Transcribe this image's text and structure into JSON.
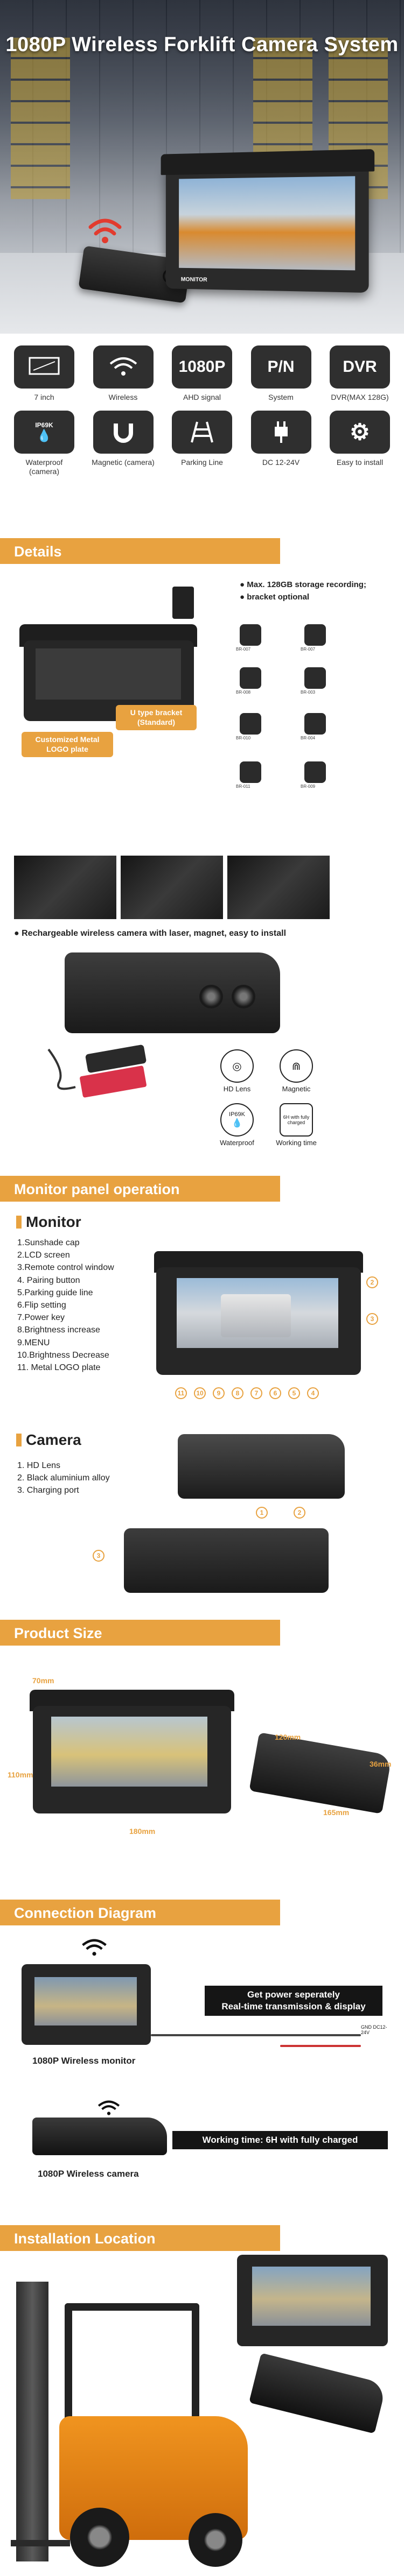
{
  "hero": {
    "title": "1080P Wireless Forklift Camera System",
    "monitor_brand": "MONITOR"
  },
  "features": {
    "row1": [
      {
        "icon": "monitor-size-icon",
        "glyph": "▭",
        "label": "7 inch"
      },
      {
        "icon": "wireless-icon",
        "glyph": "📶",
        "label": "Wireless"
      },
      {
        "icon": "ahd-1080p-icon",
        "glyph": "1080P",
        "label": "AHD signal"
      },
      {
        "icon": "pn-system-icon",
        "glyph": "P/N",
        "label": "System"
      },
      {
        "icon": "dvr-icon",
        "glyph": "DVR",
        "label": "DVR(MAX 128G)"
      }
    ],
    "row2": [
      {
        "icon": "waterproof-icon",
        "glyph": "IP69K",
        "label": "Waterproof (camera)"
      },
      {
        "icon": "magnet-icon",
        "glyph": "⋒",
        "label": "Magnetic (camera)"
      },
      {
        "icon": "parking-line-icon",
        "glyph": "⩘",
        "label": "Parking Line"
      },
      {
        "icon": "power-plug-icon",
        "glyph": "⚡",
        "label": "DC 12-24V"
      },
      {
        "icon": "install-gear-icon",
        "glyph": "⚙",
        "label": "Easy to install"
      }
    ]
  },
  "sections": {
    "details": "Details",
    "monitor_panel": "Monitor panel operation",
    "product_size": "Product Size",
    "connection": "Connection Diagram",
    "installation": "Installation Location"
  },
  "details": {
    "notes": [
      "● Max. 128GB storage recording;",
      "● bracket optional"
    ],
    "tag_logo": "Customized Metal LOGO plate",
    "tag_bracket": "U type bracket (Standard)",
    "bracket_codes": [
      "BR-007",
      "BR-007",
      "BR-008",
      "BR-003",
      "BR-010",
      "BR-004",
      "BR-011",
      "BR-009"
    ],
    "camera_note": "● Rechargeable wireless camera with laser, magnet, easy to install",
    "badges": [
      "HD Lens",
      "Magnetic",
      "Waterproof",
      "Working time"
    ],
    "badge_ip": "IP69K",
    "badge_charge": "6H with fully charged"
  },
  "monitor_panel": {
    "monitor_heading": "Monitor",
    "monitor_items": [
      "1.Sunshade cap",
      "2.LCD screen",
      "3.Remote control window",
      "4. Pairing button",
      "5.Parking guide line",
      "6.Flip setting",
      "7.Power key",
      "8.Brightness increase",
      "9.MENU",
      "10.Brightness Decrease",
      "11. Metal LOGO plate"
    ],
    "camera_heading": "Camera",
    "camera_items": [
      "1. HD Lens",
      "2. Black aluminium alloy",
      "3. Charging port"
    ],
    "callouts": [
      "11",
      "10",
      "9",
      "8",
      "7",
      "6",
      "5",
      "4"
    ],
    "callout_side": [
      "2",
      "3"
    ],
    "cam_callouts": [
      "1",
      "2",
      "3"
    ]
  },
  "product_size": {
    "monitor_dims": [
      "70mm",
      "110mm",
      "180mm"
    ],
    "camera_dims": [
      "120mm",
      "36mm",
      "165mm"
    ]
  },
  "connection": {
    "monitor_caption": "1080P Wireless monitor",
    "camera_caption": "1080P Wireless camera",
    "power_note_1": "Get power seperately",
    "power_note_2": "Real-time transmission & display",
    "power_label": "GND DC12-24V",
    "working_time": "Working time: 6H with fully charged"
  }
}
